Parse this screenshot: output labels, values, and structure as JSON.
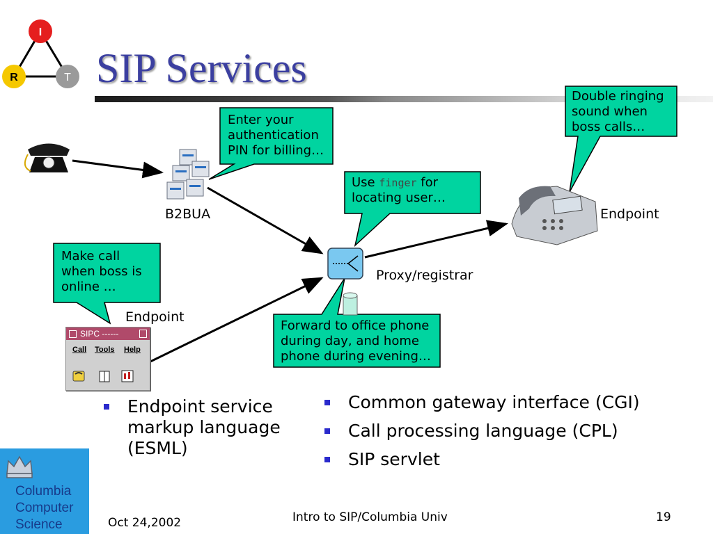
{
  "slide": {
    "title": "SIP Services",
    "logo_letters": {
      "top": "I",
      "left": "R",
      "right": "T"
    },
    "colors": {
      "title": "#3b3fa0",
      "callout_fill": "#00d4a0",
      "bullet": "#2a2acc",
      "logo_bg": "#2a9ce0"
    }
  },
  "callouts": {
    "pin": [
      "Enter your",
      "authentication",
      "PIN for billing…"
    ],
    "double_ring": [
      "Double ringing",
      "sound when",
      "boss calls…"
    ],
    "finger": {
      "line1_pre": "Use",
      "line1_code": "finger",
      "line1_post": "for",
      "line2": "locating user…"
    },
    "boss_online": [
      "Make call",
      "when boss is",
      "online …"
    ],
    "forward": [
      "Forward to office phone",
      "during day, and home",
      "phone during evening…"
    ]
  },
  "labels": {
    "b2bua": "B2BUA",
    "endpoint_right": "Endpoint",
    "endpoint_left": "Endpoint",
    "proxy": "Proxy/registrar"
  },
  "sipc_window": {
    "title": "SIPC ------",
    "menu": [
      "Call",
      "Tools",
      "Help"
    ]
  },
  "bullets_left": [
    "Endpoint service markup language (ESML)"
  ],
  "bullets_right": [
    "Common gateway interface (CGI)",
    "Call processing language (CPL)",
    "SIP servlet"
  ],
  "footer": {
    "date": "Oct 24,2002",
    "center": "Intro to SIP/Columbia Univ",
    "page": "19",
    "logo_lines": [
      "Columbia",
      "Computer",
      "Science"
    ]
  }
}
